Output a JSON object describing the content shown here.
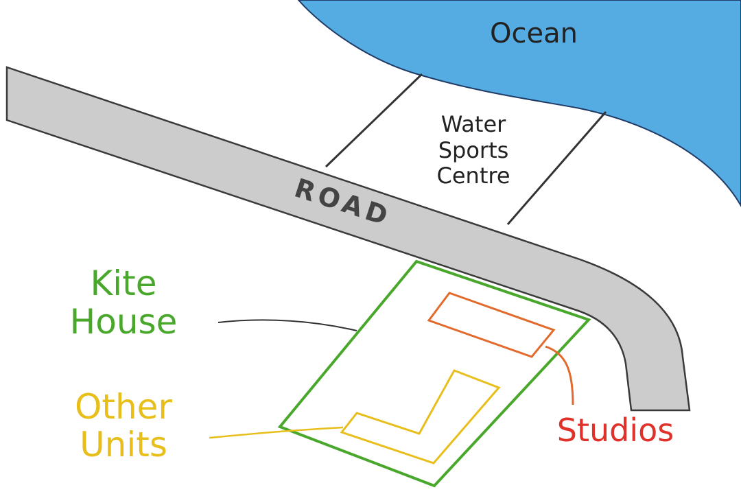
{
  "map": {
    "labels": {
      "ocean": "Ocean",
      "water_sports_line1": "Water",
      "water_sports_line2": "Sports",
      "water_sports_line3": "Centre",
      "road": "ROAD",
      "kite_house_line1": "Kite",
      "kite_house_line2": "House",
      "other_units_line1": "Other",
      "other_units_line2": "Units",
      "studios": "Studios"
    },
    "colors": {
      "ocean_fill": "#55ace3",
      "ocean_outline": "#1f3b66",
      "road_fill": "#cccccc",
      "road_outline": "#3a3a3a",
      "kite_house": "#49a82c",
      "other_units": "#e8be1a",
      "studios_outline": "#e26a2c",
      "studios_label": "#e0312b",
      "leader_line": "#333333",
      "text_dark": "#222222"
    }
  }
}
